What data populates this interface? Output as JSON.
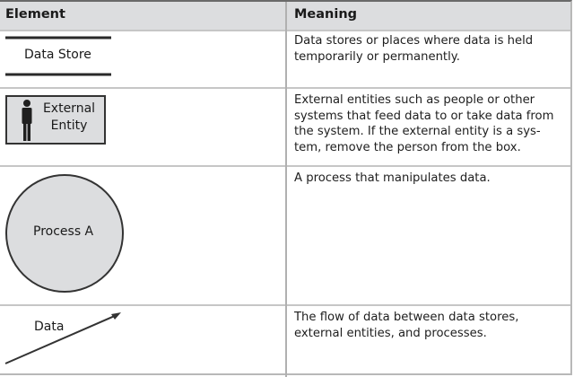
{
  "table": {
    "headers": {
      "element": "Element",
      "meaning": "Meaning"
    },
    "rows": [
      {
        "element_label": "Data Store",
        "element_shape": "data-store-parallel-lines",
        "meaning": "Data stores or places where data is held temporarily or permanently."
      },
      {
        "element_label_line1": "External",
        "element_label_line2": "Entity",
        "element_shape": "external-entity-box-with-person",
        "meaning": "External entities such as people or other systems that feed data to or take data from the system. If the external entity is a sys- tem, remove the person from the box."
      },
      {
        "element_label": "Process A",
        "element_shape": "process-circle",
        "meaning": "A process that manipulates data."
      },
      {
        "element_label": "Data",
        "element_shape": "data-flow-arrow",
        "meaning": "The flow of data between data stores, external entities, and processes."
      }
    ]
  },
  "colors": {
    "header_bg": "#dcdddf",
    "shape_fill": "#dcdddf",
    "shape_stroke": "#333333",
    "grid_line": "#c6c6c6"
  }
}
